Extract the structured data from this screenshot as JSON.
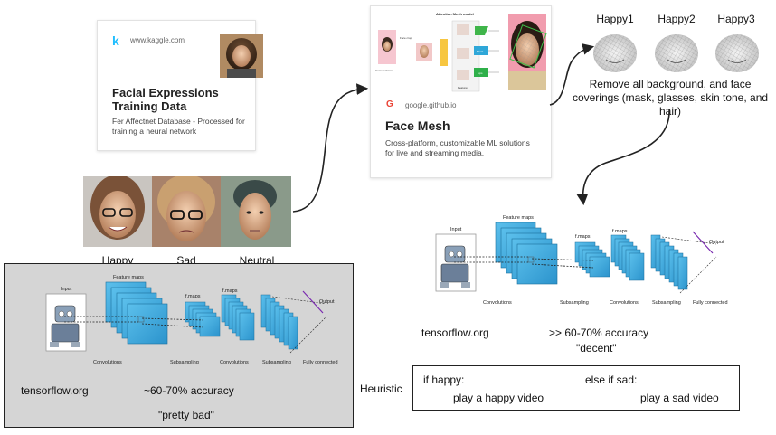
{
  "kaggle_card": {
    "logo": "k",
    "url": "www.kaggle.com",
    "title": "Facial Expressions Training Data",
    "description": "Fer Affectnet Database - Processed for training a neural network"
  },
  "face_photos": {
    "labels": [
      "Happy",
      "Sad",
      "Neutral"
    ]
  },
  "mesh_card": {
    "url": "google.github.io",
    "title": "Face Mesh",
    "description": "Cross-platform, customizable ML solutions for live and streaming media.",
    "thumbnail": {
      "header": "Attention Mesh model",
      "camera_label": "Camera frame",
      "face_crop_label": "Face crop",
      "features_label": "Features",
      "blocks": [
        "Mesh",
        "Lips",
        "Eyes"
      ]
    }
  },
  "happy_meshes": {
    "labels": [
      "Happy1",
      "Happy2",
      "Happy3"
    ],
    "caption": "Remove all background, and face coverings (mask, glasses, skin tone, and hair)"
  },
  "cnn_labels": {
    "input": "Input",
    "feature_maps": "Feature maps",
    "fmaps": "f.maps",
    "output": "Output",
    "convolutions": "Convolutions",
    "subsampling": "Subsampling",
    "fully_connected": "Fully connected"
  },
  "cnn_right": {
    "source": "tensorflow.org",
    "accuracy": ">> 60-70% accuracy",
    "verdict": "\"decent\""
  },
  "cnn_left": {
    "source": "tensorflow.org",
    "accuracy": "~60-70% accuracy",
    "verdict": "\"pretty bad\""
  },
  "heuristic": {
    "label": "Heuristic",
    "if_label": "if happy:",
    "if_action": "play a happy video",
    "else_label": "else if sad:",
    "else_action": "play a sad video"
  },
  "colors": {
    "cnn_blue": "#36a6dc",
    "gray_panel": "#d5d5d5"
  }
}
